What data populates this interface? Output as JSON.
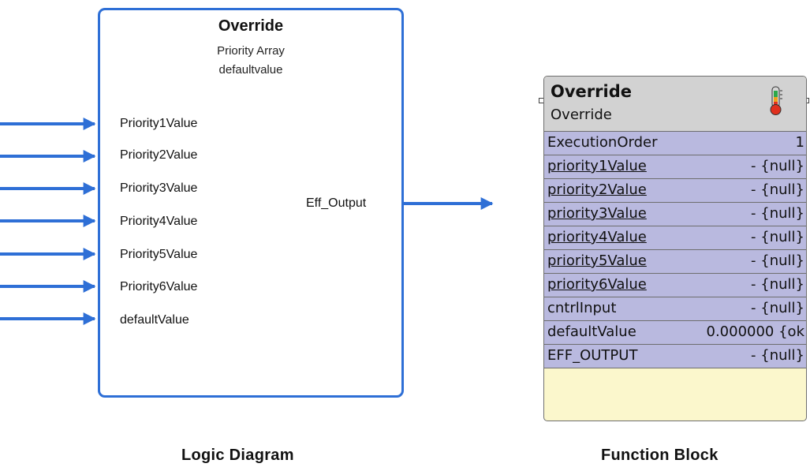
{
  "logic_diagram": {
    "title": "Override",
    "subtitle_line1": "Priority Array",
    "subtitle_line2": "defaultvalue",
    "inputs": [
      "Priority1Value",
      "Priority2Value",
      "Priority3Value",
      "Priority4Value",
      "Priority5Value",
      "Priority6Value",
      "defaultValue"
    ],
    "output": "Eff_Output",
    "caption": "Logic Diagram"
  },
  "function_block": {
    "title": "Override",
    "subtitle": "Override",
    "icon": "thermometer-icon",
    "rows": [
      {
        "name": "ExecutionOrder",
        "value": "1"
      },
      {
        "name": "priority1Value",
        "value": "- {null}"
      },
      {
        "name": "priority2Value",
        "value": "- {null}"
      },
      {
        "name": "priority3Value",
        "value": "- {null}"
      },
      {
        "name": "priority4Value",
        "value": "- {null}"
      },
      {
        "name": "priority5Value",
        "value": "- {null}"
      },
      {
        "name": "priority6Value",
        "value": "- {null}"
      },
      {
        "name": "cntrlInput",
        "value": "- {null}"
      },
      {
        "name": "defaultValue",
        "value": "0.000000 {ok"
      },
      {
        "name": "EFF_OUTPUT",
        "value": "- {null}"
      }
    ],
    "caption": "Function Block"
  },
  "colors": {
    "logic_blue": "#2e6fd6",
    "row_background": "#b9b9df",
    "header_background": "#d2d2d2",
    "footer_background": "#fbf7cc"
  }
}
